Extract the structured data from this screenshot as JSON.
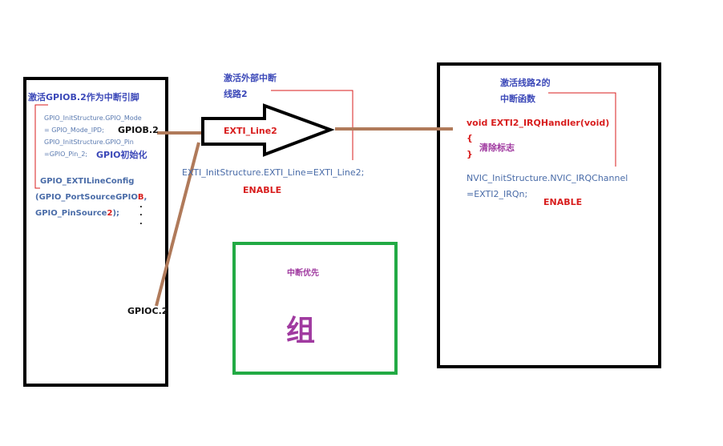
{
  "left_box": {
    "title": "激活GPIOB.2作为中断引脚",
    "init_line1": "GPIO_InitStructure.GPIO_Mode",
    "init_line2": "= GPIO_Mode_IPD;",
    "init_line3": "GPIO_InitStructure.GPIO_Pin",
    "init_line4": "=GPIO_Pin_2;",
    "init_label": "GPIO初始化",
    "cfg_line1": "GPIO_EXTILineConfig",
    "cfg_line2_a": "(GPIO_PortSourceGPIO",
    "cfg_line2_b": "B",
    "cfg_line2_c": ",",
    "cfg_line3_a": "GPIO_PinSource",
    "cfg_line3_b": "2",
    "cfg_line3_c": ");"
  },
  "pin_labels": {
    "gpiob": "GPIOB.2",
    "gpioc": "GPIOC.2"
  },
  "exti": {
    "header_line1": "激活外部中断",
    "header_line2": "线路2",
    "arrow_label": "EXTI_Line2",
    "code": "EXTI_InitStructure.EXTI_Line=EXTI_Line2;",
    "enable": "ENABLE"
  },
  "priority_box": {
    "title": "中断优先",
    "big": "组"
  },
  "right_box": {
    "header_line1": "激活线路2的",
    "header_line2": "中断函数",
    "func": "void EXTI2_IRQHandler(void)",
    "brace_open": "{",
    "clear": "清除标志",
    "brace_close": "}",
    "nvic_line1": "NVIC_InitStructure.NVIC_IRQChannel",
    "nvic_line2": "=EXTI2_IRQn;",
    "enable": "ENABLE"
  },
  "colors": {
    "wire": "#b07a5a",
    "box_border": "#000000",
    "priority_border": "#22aa44",
    "bracket": "#d81e1e"
  }
}
